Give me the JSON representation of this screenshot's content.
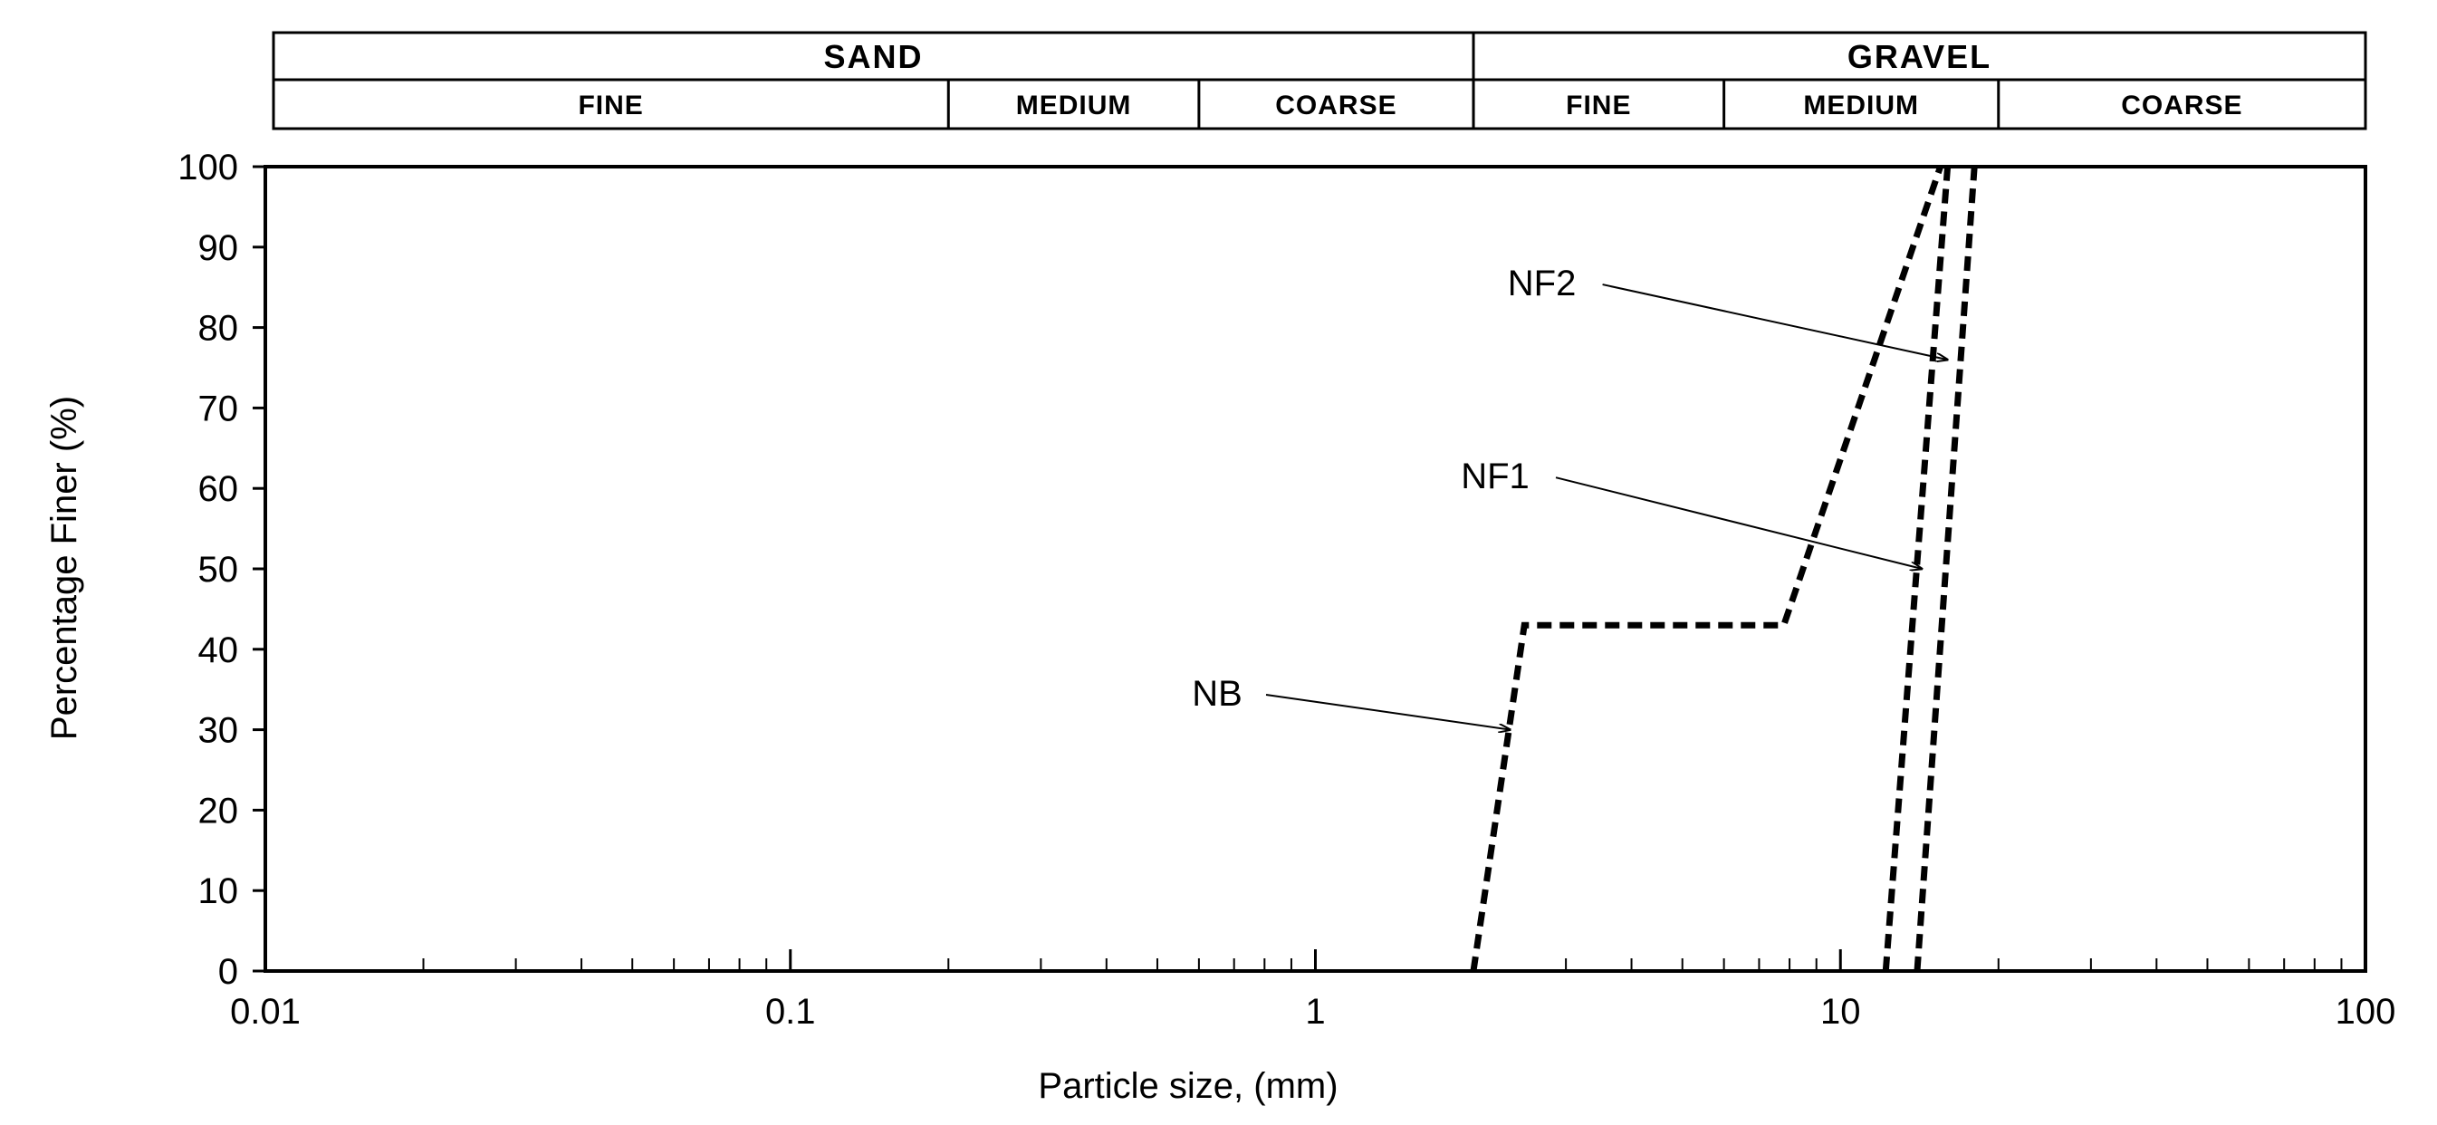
{
  "chart_data": {
    "type": "line",
    "xlabel": "Particle size, (mm)",
    "ylabel": "Percentage Finer (%)",
    "xscale": "log",
    "xlim": [
      0.01,
      100
    ],
    "ylim": [
      0,
      100
    ],
    "x_ticks": [
      "0.01",
      "0.1",
      "1",
      "10",
      "100"
    ],
    "y_ticks": [
      "0",
      "10",
      "20",
      "30",
      "40",
      "50",
      "60",
      "70",
      "80",
      "90",
      "100"
    ],
    "grid": false,
    "line_style": "dashed",
    "classification": {
      "main": [
        {
          "label": "SAND",
          "from": 0.01,
          "to": 2
        },
        {
          "label": "GRAVEL",
          "from": 2,
          "to": 100
        }
      ],
      "sub": [
        {
          "label": "FINE",
          "from": 0.01,
          "to": 0.2
        },
        {
          "label": "MEDIUM",
          "from": 0.2,
          "to": 0.6
        },
        {
          "label": "COARSE",
          "from": 0.6,
          "to": 2
        },
        {
          "label": "FINE",
          "from": 2,
          "to": 6
        },
        {
          "label": "MEDIUM",
          "from": 6,
          "to": 20
        },
        {
          "label": "COARSE",
          "from": 20,
          "to": 100
        }
      ]
    },
    "series": [
      {
        "name": "NB",
        "x": [
          2.0,
          2.5,
          7.8,
          15.5
        ],
        "y": [
          0,
          43,
          43,
          100
        ]
      },
      {
        "name": "NF1",
        "x": [
          12.2,
          16.0
        ],
        "y": [
          0,
          100
        ]
      },
      {
        "name": "NF2",
        "x": [
          14.0,
          18.0
        ],
        "y": [
          0,
          100
        ]
      }
    ],
    "annotations": [
      {
        "series": "NB",
        "text": "NB",
        "text_at": [
          0.65,
          33
        ],
        "arrow_to": [
          2.35,
          30
        ]
      },
      {
        "series": "NF1",
        "text": "NF1",
        "text_at": [
          2.2,
          60
        ],
        "arrow_to": [
          14.3,
          50
        ]
      },
      {
        "series": "NF2",
        "text": "NF2",
        "text_at": [
          2.7,
          84
        ],
        "arrow_to": [
          16.0,
          76
        ]
      }
    ]
  }
}
